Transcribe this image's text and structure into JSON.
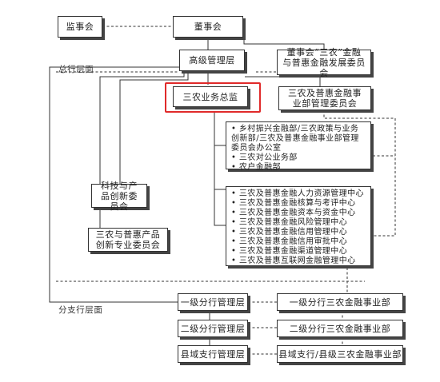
{
  "diagram": {
    "nodes": {
      "supervisory_board": "监事会",
      "board_of_directors": "董事会",
      "senior_management": "高级管理层",
      "board_committee": "董事会“三农”金融与普惠金融发展委员会",
      "sannong_director": "三农业务总监",
      "inclusive_mgmt_committee": "三农及普惠金融事业部管理委员会",
      "tech_committee": "科技与产品创新委员会",
      "sannong_innovation_committee": "三农与普惠产品创新专业委员会",
      "tier1_mgmt": "一级分行管理层",
      "tier1_division": "一级分行三农金融事业部",
      "tier2_mgmt": "二级分行管理层",
      "tier2_division": "二级分行三农金融事业部",
      "county_mgmt": "县域支行管理层",
      "county_division": "县域支行/县级三农金融事业部"
    },
    "departments": [
      "乡村振兴金融部/三农政策与业务创新部/三农及普惠金融事业部管理委员会办公室",
      "三农对公业务部",
      "农户金融部"
    ],
    "centers": [
      "三农及普惠金融人力资源管理中心",
      "三农及普惠金融核算与考评中心",
      "三农及普惠金融资本与资金中心",
      "三农及普惠金融风险管理中心",
      "三农及普惠金融信用管理中心",
      "三农及普惠金融信用审批中心",
      "三农及普惠金融渠道管理中心",
      "三农及普惠互联网金融管理中心"
    ],
    "layers": {
      "head_office": "总行层面",
      "branch": "分支行层面"
    }
  }
}
